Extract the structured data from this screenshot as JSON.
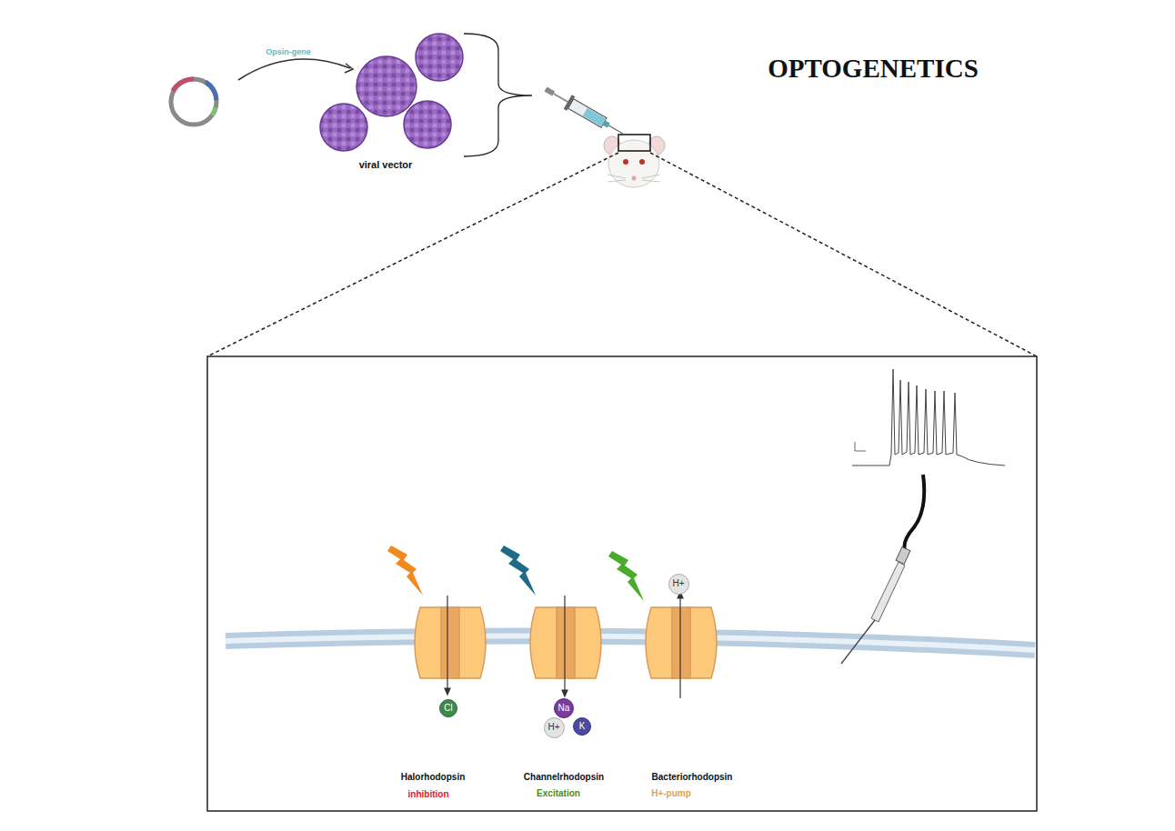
{
  "diagram": {
    "title": "OPTOGENETICS",
    "nodes": [
      {
        "text": [
          "Cl"
        ]
      },
      {
        "text": [
          "Na"
        ]
      },
      {
        "text": [
          "H+"
        ]
      },
      {
        "text": [
          "K"
        ]
      },
      {
        "text": [
          "H+"
        ]
      }
    ],
    "labels": [
      "Opsin-gene",
      "viral vector",
      "Halorhodopsin",
      "inhibition",
      "Channelrhodopsin",
      "Excitation",
      "Bacteriorhodopsin",
      "H+-pump"
    ]
  }
}
